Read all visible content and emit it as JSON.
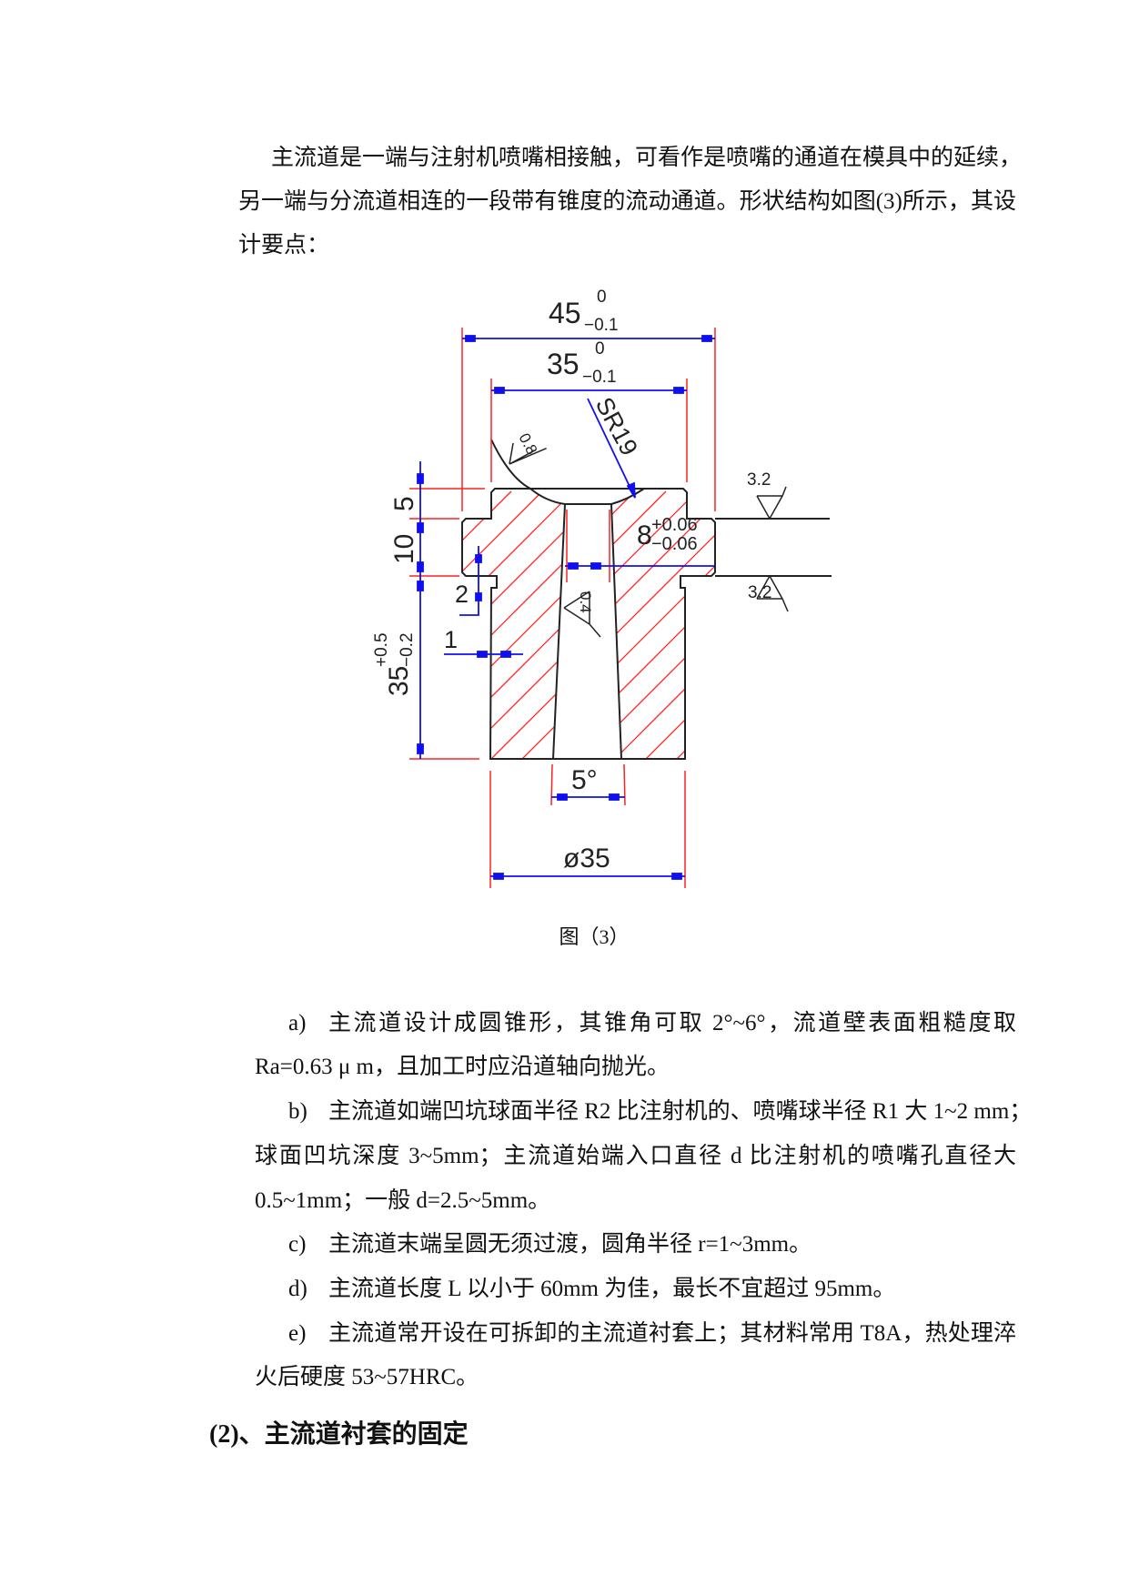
{
  "intro": {
    "lines": [
      "主流道是一端与注射机喷嘴相接触，可看作是喷嘴的通道在模具中的延续，",
      "另一端与分流道相连的一段带有锥度的流动通道。形状结构如图(3)所示，其设",
      "计要点："
    ]
  },
  "figure": {
    "dim_45": "45",
    "dim_45_tol_upper": "0",
    "dim_45_tol_lower": "−0.1",
    "dim_35": "35",
    "dim_35_tol_upper": "0",
    "dim_35_tol_lower": "−0.1",
    "sr19": "SR19",
    "rough_08": "0.8",
    "rough_04": "0.4",
    "rough_32_top": "3.2",
    "rough_32_bottom": "3.2",
    "dim_8": "8",
    "dim_8_tol_upper": "+0.06",
    "dim_8_tol_lower": "−0.06",
    "dim_5": "5",
    "dim_10": "10",
    "dim_2": "2",
    "dim_1": "1",
    "dim_35_len": "35",
    "dim_35_len_tol_upper": "+0.5",
    "dim_35_len_tol_lower": "−0.2",
    "dim_5deg": "5°",
    "dim_dia35": "ø35",
    "caption": "图（3）",
    "colors": {
      "outline": "#222222",
      "hatch": "#ff2020",
      "dimension": "#1010ee",
      "extension": "#ff2020"
    }
  },
  "items": [
    {
      "label": "a)",
      "lines": [
        "主流道设计成圆锥形，其锥角可取 2°~6°，流道壁表面粗糙度取",
        "Ra=0.63 μ m，且加工时应沿道轴向抛光。"
      ]
    },
    {
      "label": "b)",
      "lines": [
        "主流道如端凹坑球面半径 R2 比注射机的、喷嘴球半径 R1 大 1~2 mm；",
        "球面凹坑深度 3~5mm；主流道始端入口直径 d 比注射机的喷嘴孔直径大",
        "0.5~1mm；一般 d=2.5~5mm。"
      ]
    },
    {
      "label": "c)",
      "lines": [
        "主流道末端呈圆无须过渡，圆角半径 r=1~3mm。"
      ]
    },
    {
      "label": "d)",
      "lines": [
        "主流道长度 L 以小于 60mm 为佳，最长不宜超过 95mm。"
      ]
    },
    {
      "label": "e)",
      "lines": [
        "主流道常开设在可拆卸的主流道衬套上；其材料常用 T8A，热处理淬",
        "火后硬度 53~57HRC。"
      ]
    }
  ],
  "heading": "(2)、主流道衬套的固定"
}
